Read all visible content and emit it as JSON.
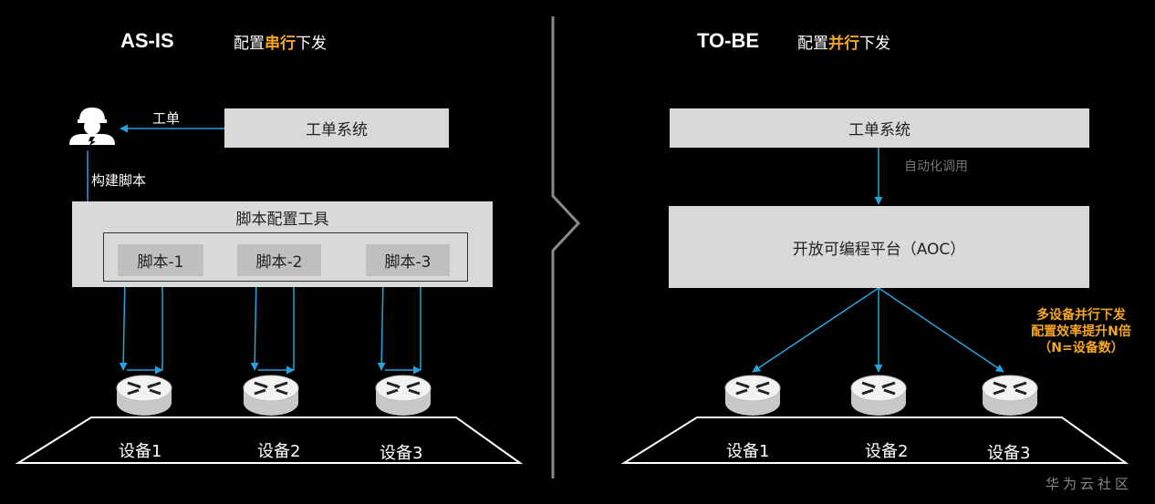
{
  "left": {
    "heading": "AS-IS",
    "subtitle_pre": "配置",
    "subtitle_highlight": "串行",
    "subtitle_post": "下发",
    "ticket_system": "工单系统",
    "ticket_label": "工单",
    "build_label": "构建脚本",
    "tool_title": "脚本配置工具",
    "scripts": [
      "脚本-1",
      "脚本-2",
      "脚本-3"
    ],
    "devices": [
      "设备1",
      "设备2",
      "设备3"
    ]
  },
  "right": {
    "heading": "TO-BE",
    "subtitle_pre": "配置",
    "subtitle_highlight": "并行",
    "subtitle_post": "下发",
    "ticket_system": "工单系统",
    "auto_label": "自动化调用",
    "platform": "开放可编程平台（AOC）",
    "note_lines": [
      "多设备并行下发",
      "配置效率提升N倍",
      "（N=设备数）"
    ],
    "devices": [
      "设备1",
      "设备2",
      "设备3"
    ]
  },
  "watermark": "华为云社区",
  "colors": {
    "accent": "#f5a623",
    "arrow": "#29a3dc",
    "box": "#d9d9d9"
  },
  "icons": [
    "engineer-icon",
    "router-icon"
  ]
}
